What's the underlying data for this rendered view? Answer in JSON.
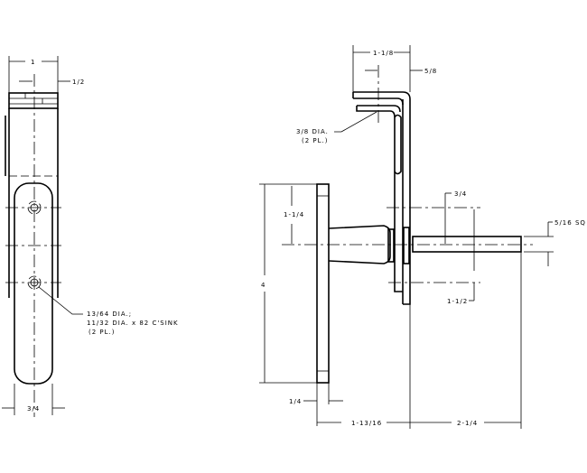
{
  "side_view": {
    "dim_width": "1",
    "dim_offset": "1/2",
    "dim_strap_width": "3/4",
    "hole_note": [
      "13/64 DIA.;",
      "11/32 DIA. x 82 C'SINK",
      "(2 PL.)"
    ]
  },
  "front_view": {
    "dim_arm_length": "1-1/8",
    "dim_hole_offset": "5/8",
    "hole_note": [
      "3/8 DIA.",
      "(2 PL.)"
    ],
    "dim_upper_hole": "3/4",
    "dim_rod_square": "5/16 SQ",
    "dim_flange_half": "1-1/4",
    "dim_flange_height": "4",
    "dim_lower_hole": "1-1/2",
    "dim_flange_thickness": "1/4",
    "dim_hub_length": "1-13/16",
    "dim_rod_length": "2-1/4"
  }
}
